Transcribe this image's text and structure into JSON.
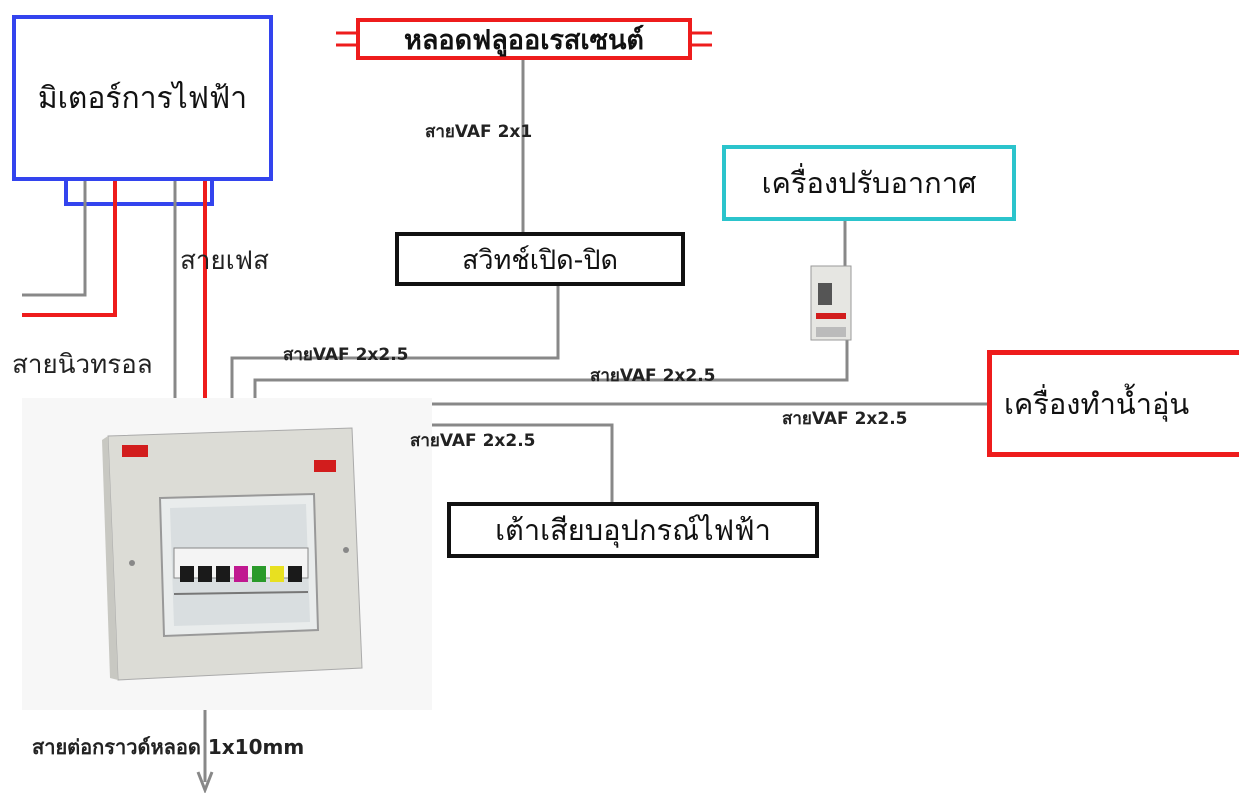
{
  "boxes": {
    "meter": "มิเตอร์การไฟฟ้า",
    "fluorescent": "หลอดฟลูออเรสเซนต์",
    "switch": "สวิทช์เปิด-ปิด",
    "air_conditioner": "เครื่องปรับอากาศ",
    "water_heater": "เครื่องทำน้ำอุ่น",
    "outlet": "เต้าเสียบอุปกรณ์ไฟฟ้า"
  },
  "labels": {
    "phase_wire": "สายเฟส",
    "neutral_wire": "สายนิวทรอล",
    "wire_vaf_2x1": "สายVAF 2x1",
    "wire_vaf_switch": "สายVAF 2x2.5",
    "wire_vaf_ac": "สายVAF 2x2.5",
    "wire_vaf_heater": "สายVAF 2x2.5",
    "wire_vaf_outlet": "สายVAF 2x2.5",
    "ground_wire": "สายต่อกราวด์หลอด 1x10mm"
  },
  "colors": {
    "meter_border": "#3344ee",
    "fluorescent_border": "#ee1c1c",
    "switch_border": "#111111",
    "ac_border": "#2bc4cc",
    "heater_border": "#ee1c1c",
    "outlet_border": "#111111",
    "phase_wire": "#ee1c1c",
    "neutral_wire": "#3344ee",
    "wire_gray": "#888888"
  }
}
